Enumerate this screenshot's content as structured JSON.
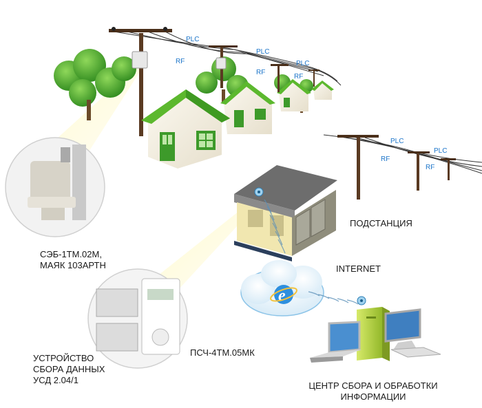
{
  "line_labels": {
    "plc": "PLC",
    "rf": "RF"
  },
  "labels": {
    "meter": [
      "СЭБ-1ТМ.02М,",
      "МАЯК 103АРТН"
    ],
    "collector": [
      "УСТРОЙСТВО",
      "СБОРА ДАННЫХ",
      "УСД 2.04/1"
    ],
    "meter2": "ПСЧ-4ТМ.05МК",
    "substation": "ПОДСТАНЦИЯ",
    "internet": "INTERNET",
    "center": [
      "ЦЕНТР СБОРА И ОБРАБОТКИ",
      "ИНФОРМАЦИИ"
    ]
  },
  "colors": {
    "plc_rf_text": "#1b74c9",
    "roof_green": "#5cb82e",
    "wall": "#f4f0e4",
    "tree": "#4caa2c",
    "pole": "#5a3a22",
    "beam": "#f4e07a",
    "cloud": "#eaf4fb",
    "pc_case": "#b9d63a"
  },
  "icons": [
    "utility-pole-icon",
    "house-icon",
    "tree-icon",
    "substation-icon",
    "cloud-icon",
    "internet-explorer-icon",
    "laptop-icon",
    "desktop-computer-icon",
    "antenna-icon",
    "electricity-meter-icon"
  ]
}
